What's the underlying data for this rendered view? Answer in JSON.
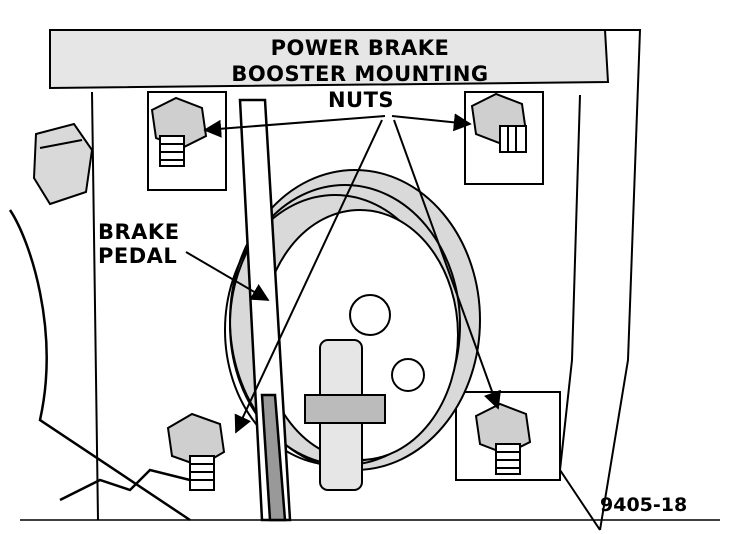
{
  "labels": {
    "booster_nuts": [
      "POWER BRAKE",
      "BOOSTER MOUNTING",
      "NUTS"
    ],
    "brake_pedal": [
      "BRAKE",
      "PEDAL"
    ]
  },
  "figure_id": "9405-18",
  "colors": {
    "ink": "#000000",
    "paper": "#ffffff",
    "fill_grey": "#d9d9d9"
  }
}
